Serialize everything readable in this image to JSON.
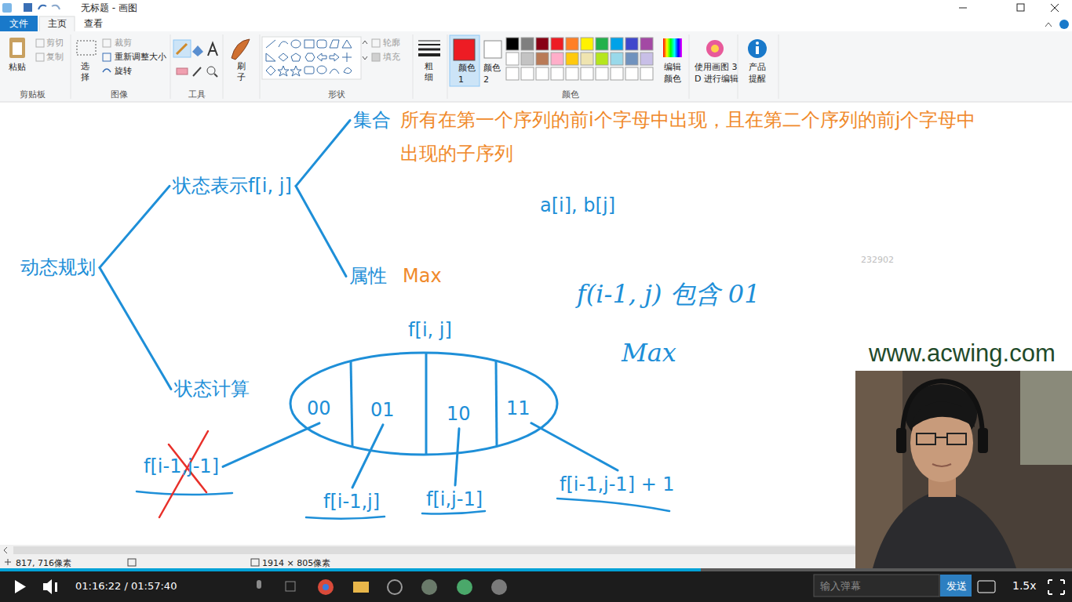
{
  "diagram": {
    "nodes": [
      {
        "text": [
          "动态规划"
        ]
      },
      {
        "text": [
          "状态表示f[i, j]"
        ]
      },
      {
        "text": [
          "集合",
          "所有在第一个序列的前i个字母中出现，且在第二个序列的前j个字母中出现的子序列"
        ]
      },
      {
        "text": [
          "属性",
          "Max"
        ]
      },
      {
        "text": [
          "状态计算"
        ]
      },
      {
        "text": [
          "f[i, j]"
        ]
      },
      {
        "text": [
          "00"
        ],
        "in": 5
      },
      {
        "text": [
          "01"
        ],
        "in": 5
      },
      {
        "text": [
          "10"
        ],
        "in": 5
      },
      {
        "text": [
          "11"
        ],
        "in": 5
      },
      {
        "text": [
          "f[i-1,j-1]"
        ]
      },
      {
        "text": [
          "f[i-1,j]"
        ]
      },
      {
        "text": [
          "f[i,j-1]"
        ]
      },
      {
        "text": [
          "f[i-1,j-1] + 1"
        ]
      }
    ],
    "edges": [
      {
        "from": 0,
        "to": 1,
        "arrow": "none"
      },
      {
        "from": 0,
        "to": 4,
        "arrow": "none"
      },
      {
        "from": 1,
        "to": 2,
        "arrow": "none"
      },
      {
        "from": 1,
        "to": 3,
        "arrow": "none"
      },
      {
        "from": 6,
        "to": 10,
        "arrow": "none"
      },
      {
        "from": 7,
        "to": 11,
        "arrow": "none"
      },
      {
        "from": 8,
        "to": 12,
        "arrow": "none"
      },
      {
        "from": 9,
        "to": 13,
        "arrow": "none"
      }
    ],
    "labels": [
      "无标题 - 画图",
      "文件",
      "主页",
      "查看",
      "粘贴",
      "剪切",
      "复制",
      "剪贴板",
      "裁剪",
      "选择",
      "重新调整大小",
      "旋转",
      "图像",
      "工具",
      "刷子",
      "轮廓",
      "填充",
      "形状",
      "粗细",
      "颜色 1",
      "颜色 2",
      "颜色",
      "编辑颜色",
      "使用画图 3D 进行编辑",
      "产品提醒",
      "a[i], b[j]",
      "f(i-1, j) 包含 01",
      "Max",
      "232902",
      "www.acwing.com",
      "817, 716像素",
      "1914 × 805像素",
      "01:16:22 / 01:57:40",
      "输入弹幕",
      "发送",
      "1.5x"
    ]
  }
}
